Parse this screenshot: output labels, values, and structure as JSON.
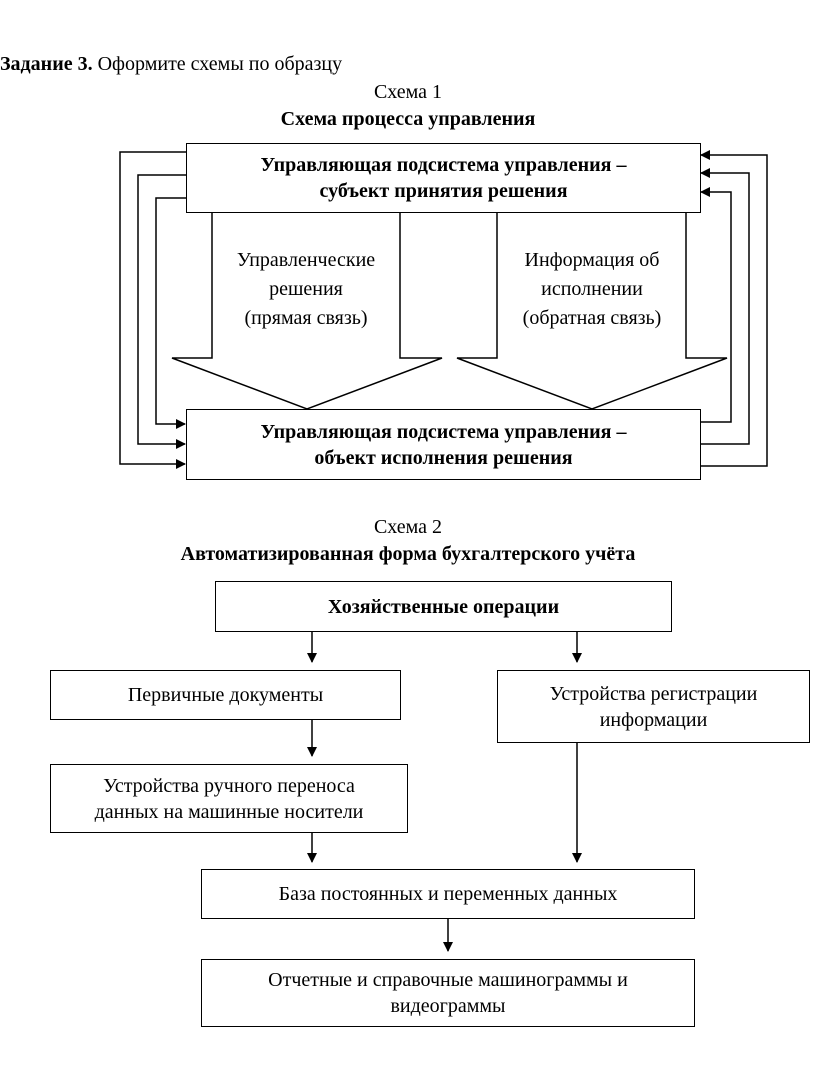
{
  "task": {
    "label": "Задание 3.",
    "text": " Оформите схемы по образцу"
  },
  "scheme1": {
    "caption": "Схема 1",
    "title": "Схема процесса управления",
    "top_box": [
      "Управляющая подсистема управления –",
      "субъект принятия решения"
    ],
    "bottom_box": [
      "Управляющая подсистема управления –",
      "объект исполнения решения"
    ],
    "left_arrow": [
      "Управленческие",
      "решения",
      "(прямая связь)"
    ],
    "right_arrow": [
      "Информация об",
      "исполнении",
      "(обратная связь)"
    ]
  },
  "scheme2": {
    "caption": "Схема 2",
    "title": "Автоматизированная форма бухгалтерского учёта",
    "operations": "Хозяйственные операции",
    "primary_docs": "Первичные документы",
    "registration_devices": [
      "Устройства регистрации",
      "информации"
    ],
    "manual_transfer": [
      "Устройства ручного переноса",
      "данных на машинные носители"
    ],
    "database": "База постоянных и переменных данных",
    "reports": [
      "Отчетные и справочные машинограммы и",
      "видеограммы"
    ]
  }
}
